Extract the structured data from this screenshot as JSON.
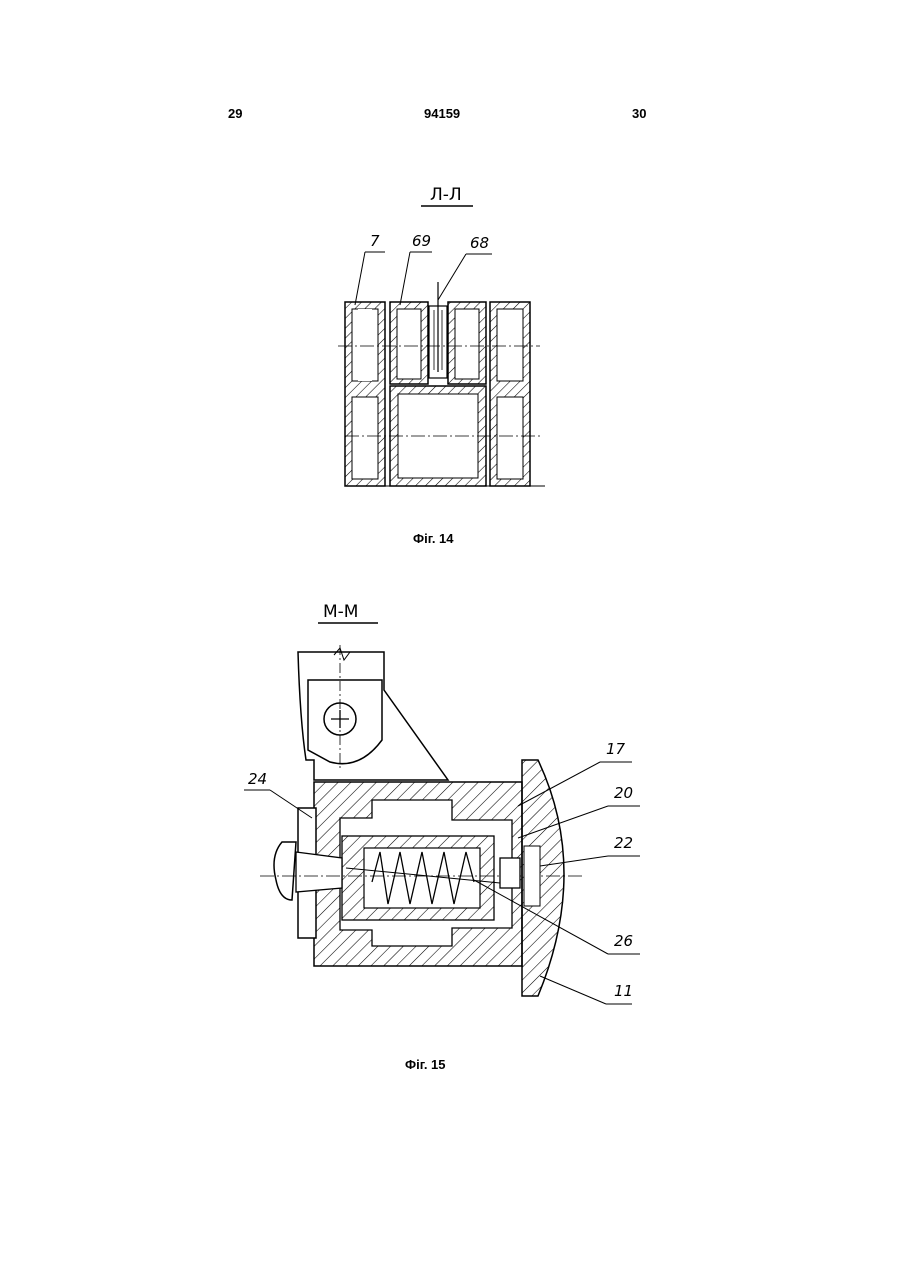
{
  "header": {
    "page_left": "29",
    "patent_number": "94159",
    "page_right": "30"
  },
  "figure14": {
    "section_label": "Л-Л",
    "callouts": [
      "7",
      "69",
      "68"
    ],
    "caption": "Фіг. 14"
  },
  "figure15": {
    "section_label": "М-М",
    "callouts": [
      "24",
      "17",
      "20",
      "22",
      "26",
      "11"
    ],
    "caption": "Фіг. 15"
  }
}
